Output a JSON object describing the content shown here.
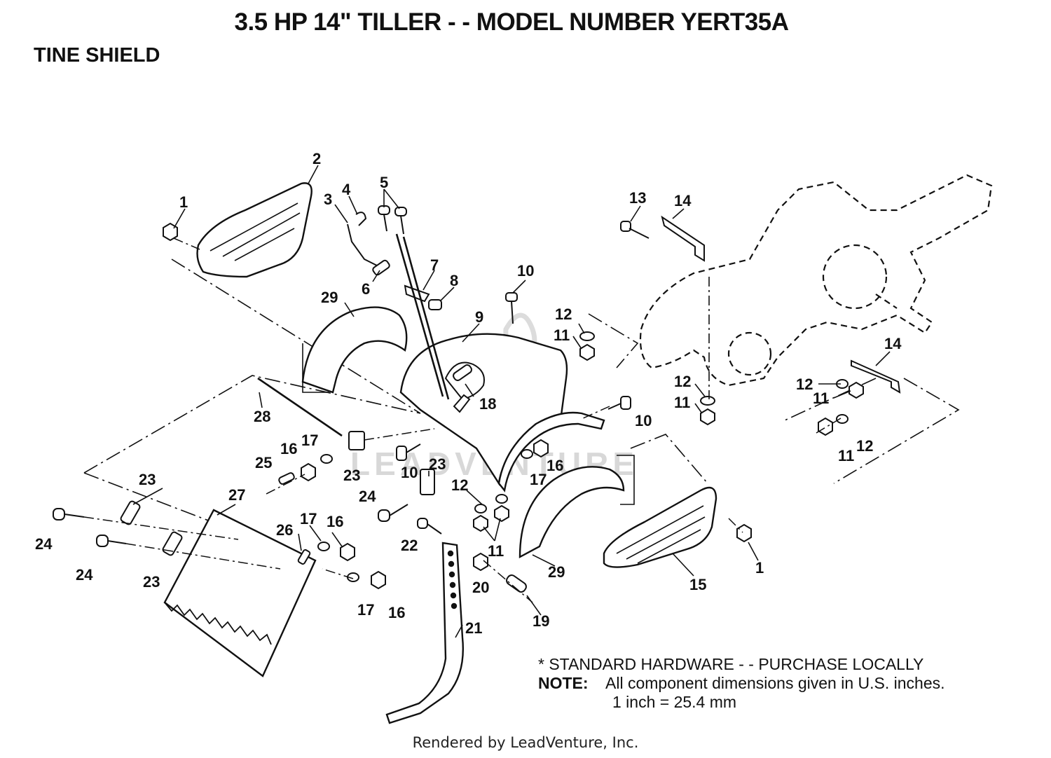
{
  "header": {
    "title": "3.5 HP 14\" TILLER - - MODEL NUMBER YERT35A",
    "section": "TINE SHIELD"
  },
  "callouts": [
    {
      "label": "1"
    },
    {
      "label": "2"
    },
    {
      "label": "3"
    },
    {
      "label": "4"
    },
    {
      "label": "5"
    },
    {
      "label": "6"
    },
    {
      "label": "7"
    },
    {
      "label": "8"
    },
    {
      "label": "29"
    },
    {
      "label": "9"
    },
    {
      "label": "10"
    },
    {
      "label": "18"
    },
    {
      "label": "28"
    },
    {
      "label": "25"
    },
    {
      "label": "16"
    },
    {
      "label": "17"
    },
    {
      "label": "23"
    },
    {
      "label": "10"
    },
    {
      "label": "23"
    },
    {
      "label": "23"
    },
    {
      "label": "27"
    },
    {
      "label": "24"
    },
    {
      "label": "24"
    },
    {
      "label": "23"
    },
    {
      "label": "26"
    },
    {
      "label": "17"
    },
    {
      "label": "16"
    },
    {
      "label": "17"
    },
    {
      "label": "16"
    },
    {
      "label": "24"
    },
    {
      "label": "12"
    },
    {
      "label": "11"
    },
    {
      "label": "22"
    },
    {
      "label": "20"
    },
    {
      "label": "19"
    },
    {
      "label": "21"
    },
    {
      "label": "29"
    },
    {
      "label": "17"
    },
    {
      "label": "16"
    },
    {
      "label": "10"
    },
    {
      "label": "15"
    },
    {
      "label": "1"
    },
    {
      "label": "12"
    },
    {
      "label": "11"
    },
    {
      "label": "13"
    },
    {
      "label": "14"
    },
    {
      "label": "12"
    },
    {
      "label": "11"
    },
    {
      "label": "14"
    },
    {
      "label": "12"
    },
    {
      "label": "11"
    },
    {
      "label": "11"
    },
    {
      "label": "12"
    }
  ],
  "watermark": "LEADVENTURE",
  "notes": {
    "standard_hardware": "* STANDARD HARDWARE - - PURCHASE LOCALLY",
    "note_label": "NOTE:",
    "note_text": "All component dimensions given in U.S. inches.",
    "conversion": "1 inch = 25.4 mm"
  },
  "footer": "Rendered by LeadVenture, Inc."
}
